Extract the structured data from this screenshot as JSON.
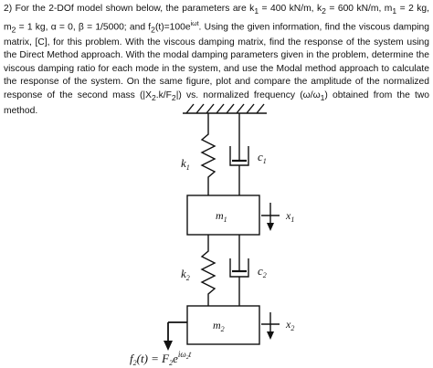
{
  "problem": {
    "intro": "2) For the 2-DOf model shown below, the parameters are k",
    "sub1": "1",
    "p1": " = 400 kN/m, k",
    "sub2": "2",
    "p2": " = 600 kN/m, m",
    "sub3": "1",
    "p3": " = 2 kg, m",
    "sub4": "2",
    "p4": " = 1 kg, α = 0, β = 1/5000; and f",
    "sub5": "2",
    "p5": "(t)=100e",
    "sup1": "iωt",
    "p6": ". Using the given information, find the viscous damping matrix, [C], for this problem. With the viscous damping matrix, find the response of the system using the Direct Method approach. With the modal damping parameters given in the problem, determine the viscous damping ratio for each mode in the system, and use the Modal method approach to calculate the response of the system. On the same figure, plot and compare the amplitude of the normalized response of the second mass (|X",
    "sub6": "2",
    "p7": ".k/F",
    "sub7": "2",
    "p8": "|) vs. normalized frequency (ω/ω",
    "sub8": "1",
    "p9": ") obtained from the two method."
  },
  "figure": {
    "k1": "k",
    "k1_sub": "1",
    "c1": "c",
    "c1_sub": "1",
    "m1": "m",
    "m1_sub": "1",
    "x1": "x",
    "x1_sub": "1",
    "k2": "k",
    "k2_sub": "2",
    "c2": "c",
    "c2_sub": "2",
    "m2": "m",
    "m2_sub": "2",
    "x2": "x",
    "x2_sub": "2",
    "force_a": "f",
    "force_b": "2",
    "force_c": "(t) = F",
    "force_d": "2",
    "force_e": "e",
    "force_f": "iω",
    "force_g": "2",
    "force_h": "t"
  }
}
